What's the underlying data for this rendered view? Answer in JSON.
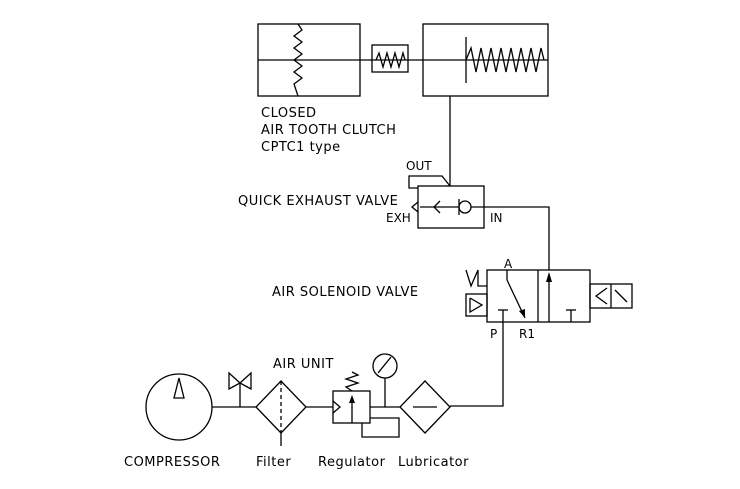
{
  "clutch": {
    "line1": "CLOSED",
    "line2": "AIR TOOTH CLUTCH",
    "line3": "CPTC1 type"
  },
  "quick_exhaust": {
    "title": "QUICK EXHAUST VALVE",
    "out": "OUT",
    "exh": "EXH",
    "in": "IN"
  },
  "solenoid": {
    "title": "AIR SOLENOID VALVE",
    "port_a": "A",
    "port_p": "P",
    "port_r1": "R1"
  },
  "air_unit": {
    "title": "AIR UNIT",
    "compressor": "COMPRESSOR",
    "filter": "Filter",
    "regulator": "Regulator",
    "lubricator": "Lubricator"
  }
}
